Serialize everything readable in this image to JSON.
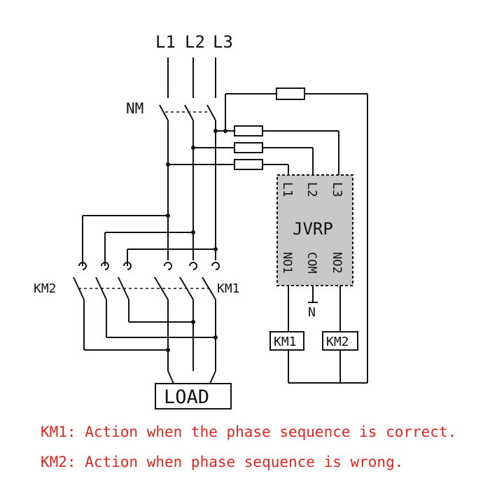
{
  "lines": {
    "l1": "L1",
    "l2": "L2",
    "l3": "L3"
  },
  "breaker": "NM",
  "relay": {
    "name": "JVRP",
    "in_l1": "L1",
    "in_l2": "L2",
    "in_l3": "L3",
    "out_no1": "NO1",
    "out_com": "COM",
    "out_no2": "NO2",
    "box_color": "#c8c8c8"
  },
  "neutral": "N",
  "contactors": {
    "km1": "KM1",
    "km2": "KM2"
  },
  "load": "LOAD",
  "notes": {
    "km1": "KM1: Action when the phase sequence is correct.",
    "km2": "KM2: Action when phase sequence is wrong."
  },
  "note_color": "#e0251f"
}
